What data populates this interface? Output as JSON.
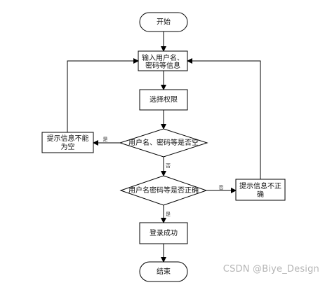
{
  "flowchart": {
    "nodes": {
      "start": "开始",
      "input_line1": "输入用户名、",
      "input_line2": "密码等信息",
      "select": "选择权限",
      "check_empty": "用户名、密码等是否空",
      "check_correct": "用户名密码等是否正确",
      "empty_msg_line1": "提示信息不能",
      "empty_msg_line2": "为空",
      "wrong_msg_line1": "提示信息不正",
      "wrong_msg_line2": "确",
      "success": "登录成功",
      "end": "结束"
    },
    "edges": {
      "empty_yes": "是",
      "empty_no": "否",
      "correct_no": "否",
      "correct_yes": "是"
    }
  },
  "watermark": "CSDN @Biye_Design",
  "colors": {
    "stroke": "#000000",
    "text": "#111111",
    "watermark": "#b5b5b5"
  }
}
